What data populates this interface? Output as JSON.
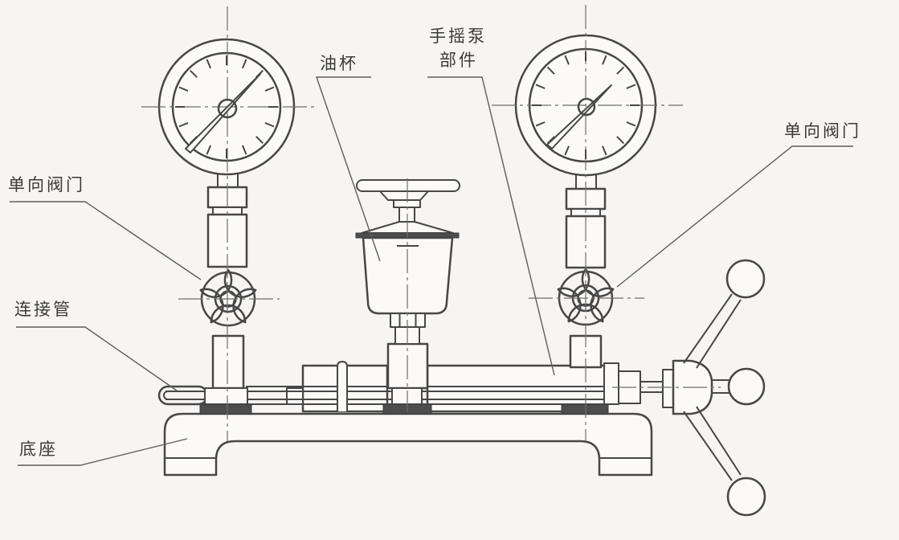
{
  "figure": {
    "description_domain": "technical-line-diagram",
    "background_color": "#f7f5f3",
    "line_color": "#474747",
    "label_color": "#3a3a3a"
  },
  "labels": {
    "valve_left": "单向阀门",
    "connecting_pipe": "连接管",
    "base": "底座",
    "oil_cup": "油杯",
    "hand_pump_line1": "手摇泵",
    "hand_pump_line2": "部件",
    "valve_right": "单向阀门"
  }
}
